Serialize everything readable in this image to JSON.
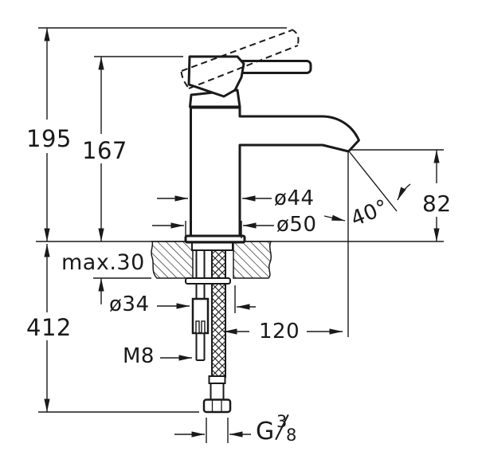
{
  "drawing": {
    "background": "#ffffff",
    "line_color": "#1a1a1a",
    "labels": {
      "total_height": "195",
      "spout_top_height": "167",
      "deck_thickness": "max.30",
      "hose_drop": "412",
      "body_diameter": "ø44",
      "base_diameter": "ø50",
      "outlet_angle": "40°",
      "outlet_height": "82",
      "spout_reach": "120",
      "hole_diameter": "ø34",
      "stud_thread": "M8",
      "hose_thread_g": "G",
      "hose_thread_num": "3",
      "hose_thread_den": "8"
    }
  }
}
